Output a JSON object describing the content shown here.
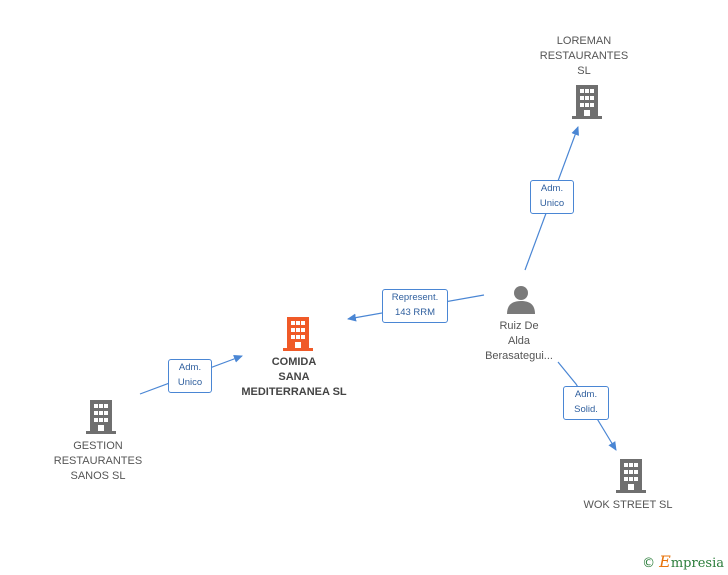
{
  "colors": {
    "edge": "#4a86d4",
    "company": "#6f6f6f",
    "main_company": "#f05a28",
    "person": "#7a7a7a"
  },
  "nodes": {
    "main": {
      "label": "COMIDA\nSANA\nMEDITERRANEA SL",
      "icon": "building-icon"
    },
    "loreman": {
      "label": "LOREMAN\nRESTAURANTES\nSL",
      "icon": "building-icon"
    },
    "gestion": {
      "label": "GESTION\nRESTAURANTES\nSANOS  SL",
      "icon": "building-icon"
    },
    "wok": {
      "label": "WOK STREET SL",
      "icon": "building-icon"
    },
    "person": {
      "label": "Ruiz De\nAlda\nBerasategui...",
      "icon": "person-icon"
    }
  },
  "edges": {
    "person_to_main": "Represent.\n143 RRM",
    "person_to_loreman": "Adm.\nUnico",
    "gestion_to_main": "Adm.\nUnico",
    "person_to_wok": "Adm.\nSolid."
  },
  "footer": {
    "copyright": "©",
    "brand_first": "E",
    "brand_rest": "mpresia"
  }
}
